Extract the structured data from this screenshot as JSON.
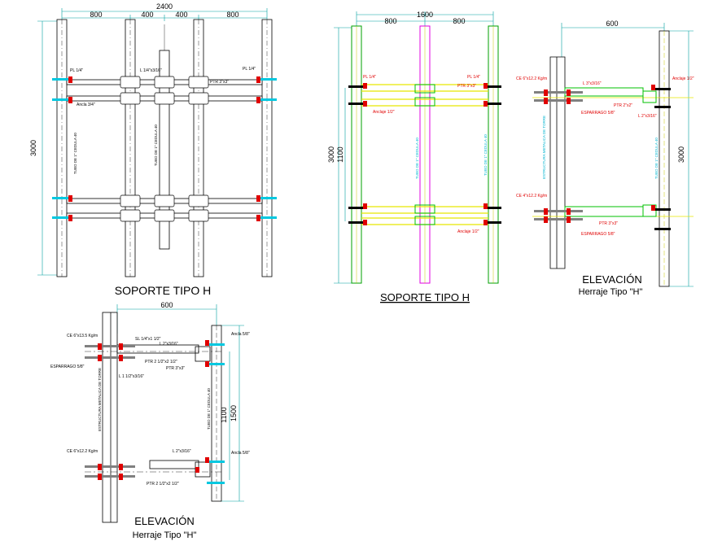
{
  "views": {
    "top_left": {
      "title": "SOPORTE TIPO H",
      "dims": {
        "overall_width": "2400",
        "seg1": "800",
        "seg2": "400",
        "seg3": "400",
        "seg4": "800",
        "height": "3000"
      },
      "labels": {
        "pl_left": "PL 1/4\"",
        "pl_right": "PL 1/4\"",
        "angle": "L 1/4\"x3/16\"",
        "ptr": "PTR 3\"x3\"",
        "anchor": "Ancla 3/4\"",
        "vert_left": "TUBO DE 1\" CEDULA 40",
        "vert_center": "TUBO DE 1\" CEDULA 40"
      }
    },
    "top_center": {
      "title": "SOPORTE TIPO H",
      "dims": {
        "overall_width": "1600",
        "seg1": "800",
        "seg2": "800",
        "height": "3000",
        "inner_height": "1100"
      },
      "labels": {
        "pl_left": "PL 1/4\"",
        "pl_right": "PL 1/4\"",
        "ptr": "PTR 3\"x3\"",
        "anchor_top": "Anclaje 1/2\"",
        "anchor_bottom": "Anclaje 1/2\"",
        "vert_center": "TUBO DE 1\" CEDULA 40",
        "vert_left": "TUBO DE 1\" CEDULA 40"
      }
    },
    "top_right": {
      "title": "ELEVACIÓN",
      "subtitle": "Herraje Tipo \"H\"",
      "dims": {
        "width": "600",
        "height": "3000"
      },
      "labels": {
        "ce_top": "CE 6\"x12.2 Kg/m",
        "ce_bottom": "CE 4\"x12.2 Kg/m",
        "angle": "L 3\"x3/16\"",
        "ptr_top": "PTR 2\"x2\"",
        "ptr_bottom": "PTR 3\"x3\"",
        "esparrago_top": "ESPARRAGO 5/8\"",
        "esparrago_bottom": "ESPARRAGO 5/8\"",
        "anchor": "Anclaje 1/2\"",
        "l_small": "L 2\"x3/16\"",
        "vert_left": "ESTRUCTURA METALICA DE TORRE",
        "vert_right": "TUBO DE 1\" CEDULA 40"
      }
    },
    "bottom_left": {
      "title": "ELEVACIÓN",
      "subtitle": "Herraje Tipo \"H\"",
      "dims": {
        "width": "600",
        "height": "1500",
        "inner_height": "1100"
      },
      "labels": {
        "ce_top": "CE 6\"x13.5 Kg/m",
        "ce_bottom": "CE 6\"x12.2 Kg/m",
        "esparrago": "ESPARRAGO 5/8\"",
        "angle_top": "L 2\"x3/16\"",
        "angle_mid": "L 1 1/2\"x3/16\"",
        "angle_bottom": "L 2\"x3/16\"",
        "sl": "SL 1/4\"x1 1/2\"",
        "ptr_top": "PTR 2 1/2\"x2 1/2\"",
        "ptr_mid": "PTR 3\"x3\"",
        "ptr_bottom": "PTR 2 1/2\"x2 1/2\"",
        "anchor_top": "Ancla 5/8\"",
        "anchor_bottom": "Ancla 5/8\"",
        "vert_left": "ESTRUCTURA METALICA DE TORRE",
        "vert_right": "TUBO DE 1\" CEDULA 40"
      }
    }
  },
  "colors": {
    "line": "#000000",
    "steel": "#00a000",
    "accent_red": "#e00000",
    "cyan": "#00c8e0",
    "yellow": "#ffff00",
    "magenta": "#e000e0",
    "dim_line": "#00a0a0"
  }
}
